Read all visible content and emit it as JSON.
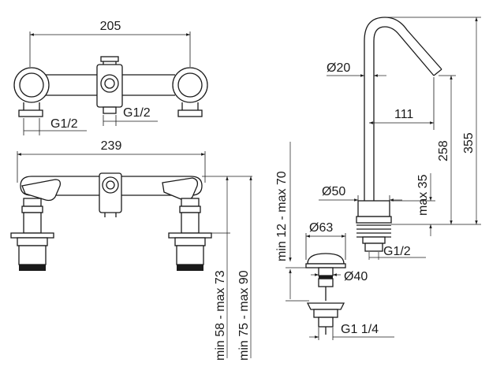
{
  "labels": {
    "width_top": "205",
    "inlet_left": "G1/2",
    "inlet_center": "G1/2",
    "width_front": "239",
    "min58_max73": "min 58 - max 73",
    "min75_max90": "min 75 - max 90",
    "min12_max70": "min 12 - max 70",
    "spout_diameter": "Ø20",
    "spout_reach": "111",
    "spout_height": "258",
    "total_height": "355",
    "max35": "max 35",
    "base_diameter": "Ø50",
    "inlet_spout": "G1/2",
    "waste_top_diameter": "Ø63",
    "waste_body_diameter": "Ø40",
    "waste_thread": "G1 1/4"
  },
  "colors": {
    "line": "#1a1a1a",
    "background": "#ffffff"
  }
}
